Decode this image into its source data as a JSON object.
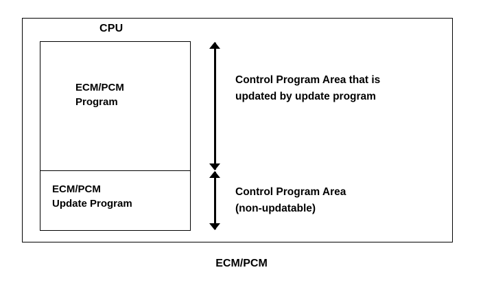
{
  "diagram": {
    "outer_box": {
      "title": "CPU"
    },
    "inner_box": {
      "regions": [
        {
          "label": "ECM/PCM\nProgram"
        },
        {
          "label": "ECM/PCM\nUpdate Program"
        }
      ]
    },
    "callouts": [
      {
        "text": "Control Program Area that is\nupdated by update program"
      },
      {
        "text": "Control Program Area\n(non-updatable)"
      }
    ],
    "caption": "ECM/PCM",
    "colors": {
      "line": "#000000",
      "background": "#ffffff",
      "text": "#000000"
    }
  }
}
